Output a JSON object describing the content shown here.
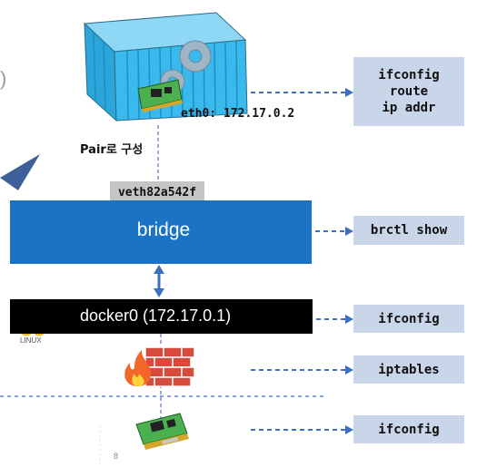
{
  "container": {
    "eth0_label": "eth0: 172.17.0.2",
    "pair_label": "Pair로 구성"
  },
  "veth": {
    "label": "veth82a542f"
  },
  "bridge": {
    "label": "bridge"
  },
  "docker0": {
    "label": "docker0 (172.17.0.1)",
    "os_caption": "LINUX"
  },
  "commands": {
    "container_box": [
      "ifconfig",
      "route",
      "ip addr"
    ],
    "bridge_box": "brctl show",
    "docker0_box": "ifconfig",
    "firewall_box": "iptables",
    "nic_box": "ifconfig"
  },
  "page": {
    "number": "8"
  },
  "colors": {
    "bridge_blue": "#1a73c4",
    "container_cyan": "#3ab9ec",
    "arrow_blue": "#3d6fbf",
    "command_box": "#c9d5e8",
    "veth_gray": "#c5c5c5",
    "docker0_black": "#000000"
  }
}
